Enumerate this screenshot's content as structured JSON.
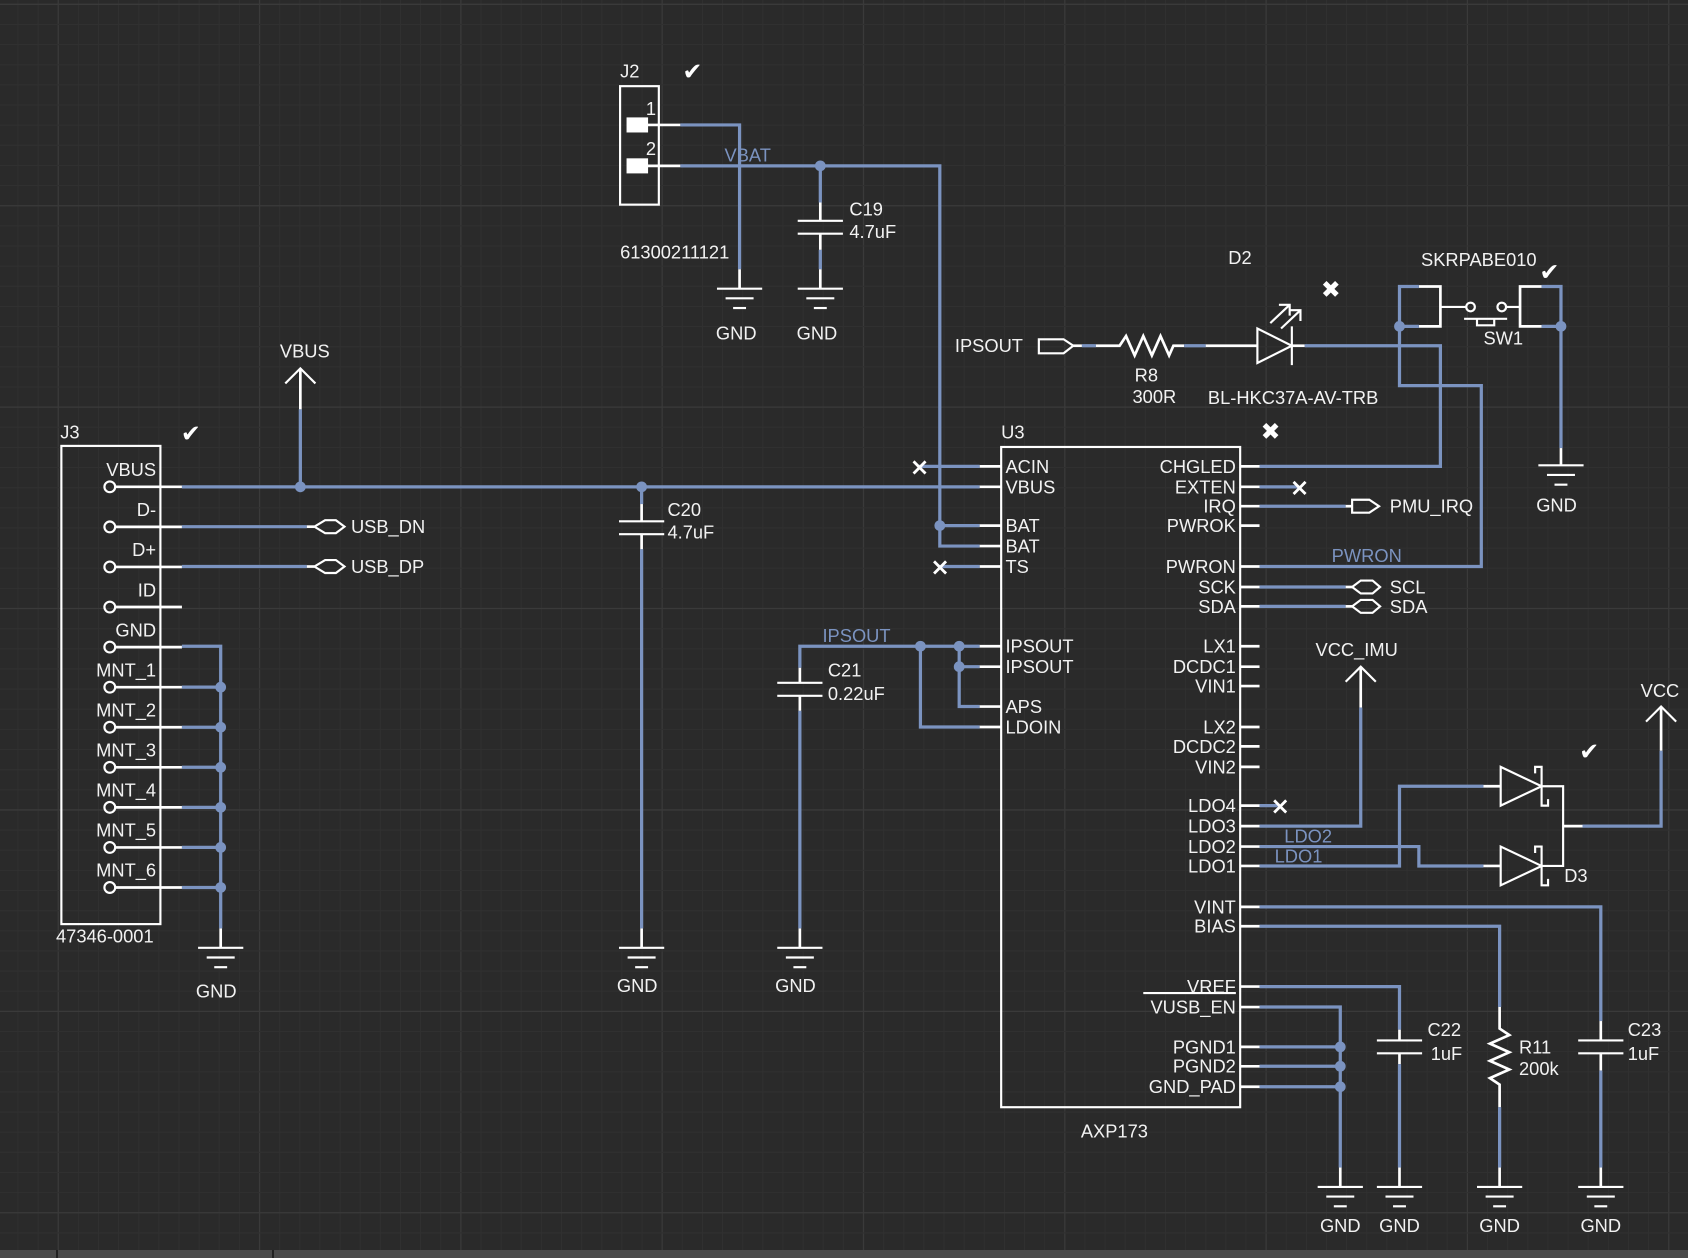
{
  "app": {
    "view": "schematic-editor",
    "background": "#2a2a2a",
    "wire_color": "#7b93c0",
    "symbol_color": "#ffffff"
  },
  "components": {
    "J2": {
      "ref": "J2",
      "value": "61300211121",
      "pins": [
        "1",
        "2"
      ],
      "status": "check"
    },
    "C19": {
      "ref": "C19",
      "value": "4.7uF"
    },
    "C20": {
      "ref": "C20",
      "value": "4.7uF"
    },
    "C21": {
      "ref": "C21",
      "value": "0.22uF"
    },
    "C22": {
      "ref": "C22",
      "value": "1uF"
    },
    "C23": {
      "ref": "C23",
      "value": "1uF"
    },
    "R8": {
      "ref": "R8",
      "value": "300R"
    },
    "R11": {
      "ref": "R11",
      "value": "200k"
    },
    "D2": {
      "ref": "D2",
      "value": "BL-HKC37A-AV-TRB",
      "status": "error"
    },
    "D3": {
      "ref": "D3",
      "status": "check"
    },
    "SW1": {
      "ref": "SW1",
      "value": "SKRPABE010",
      "status": "check"
    },
    "J3": {
      "ref": "J3",
      "value": "47346-0001",
      "status": "check",
      "pins": [
        "VBUS",
        "D-",
        "D+",
        "ID",
        "GND",
        "MNT_1",
        "MNT_2",
        "MNT_3",
        "MNT_4",
        "MNT_5",
        "MNT_6"
      ]
    },
    "U3": {
      "ref": "U3",
      "value": "AXP173",
      "status": "error",
      "left_pins": [
        "ACIN",
        "VBUS",
        "BAT",
        "BAT",
        "TS",
        "IPSOUT",
        "IPSOUT",
        "APS",
        "LDOIN"
      ],
      "right_pins": [
        "CHGLED",
        "EXTEN",
        "IRQ",
        "PWROK",
        "PWRON",
        "SCK",
        "SDA",
        "LX1",
        "DCDC1",
        "VIN1",
        "LX2",
        "DCDC2",
        "VIN2",
        "LDO4",
        "LDO3",
        "LDO2",
        "LDO1",
        "VINT",
        "BIAS",
        "VREF",
        "VUSB_EN",
        "PGND1",
        "PGND2",
        "GND_PAD"
      ]
    }
  },
  "net_labels": {
    "vbat": "VBAT",
    "ipsout": "IPSOUT",
    "pwron": "PWRON",
    "ldo2": "LDO2",
    "ldo1": "LDO1"
  },
  "ports": {
    "ipsout": "IPSOUT",
    "usb_dn": "USB_DN",
    "usb_dp": "USB_DP",
    "pmu_irq": "PMU_IRQ",
    "scl": "SCL",
    "sda": "SDA"
  },
  "power": {
    "vbus": "VBUS",
    "vcc_imu": "VCC_IMU",
    "vcc": "VCC",
    "gnd": "GND"
  },
  "markers": {
    "check": "✔",
    "error": "✖",
    "noconnect": "×"
  }
}
